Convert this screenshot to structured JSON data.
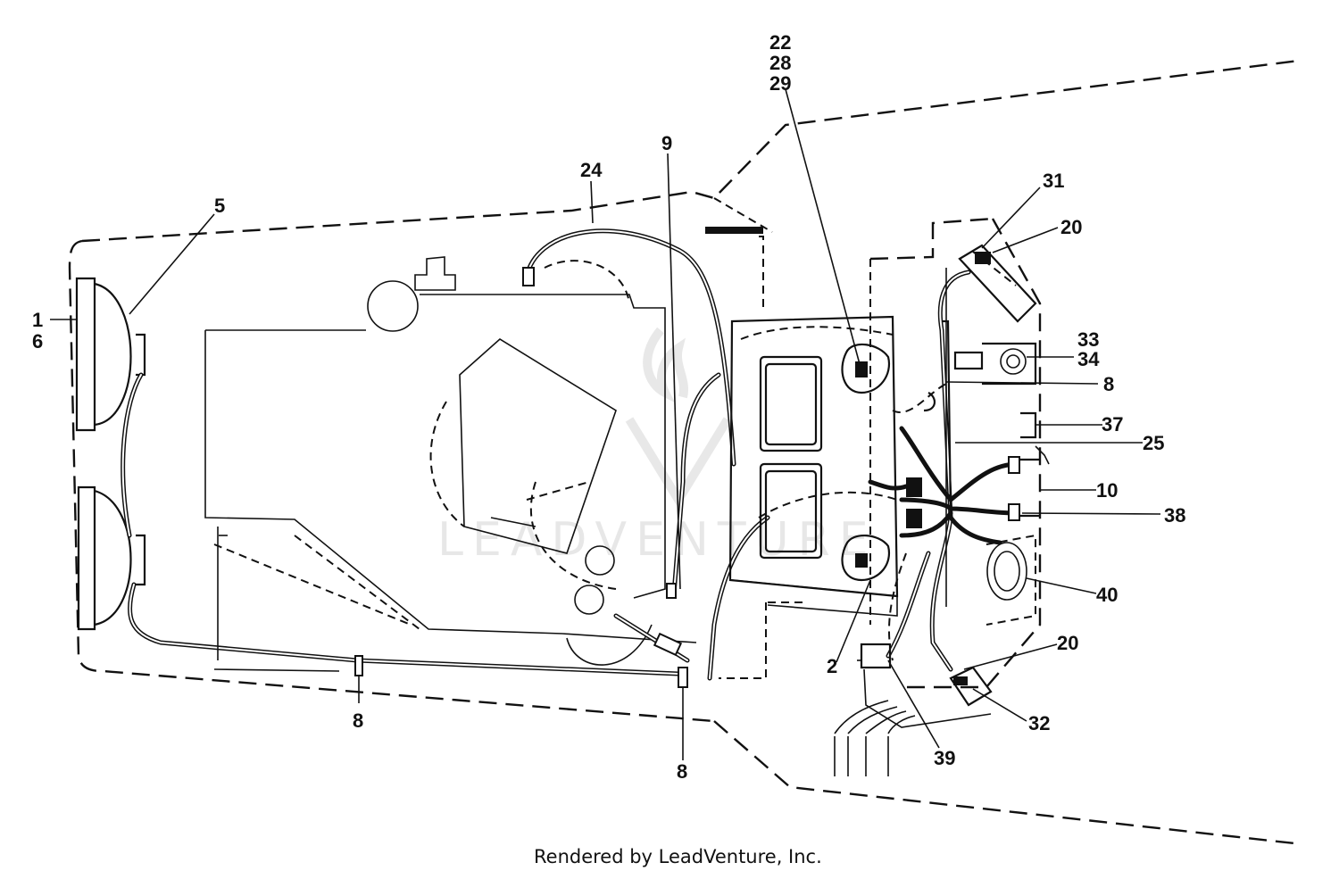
{
  "callouts": [
    {
      "id": "c1",
      "text": "1"
    },
    {
      "id": "c6",
      "text": "6"
    },
    {
      "id": "c5",
      "text": "5"
    },
    {
      "id": "c24",
      "text": "24"
    },
    {
      "id": "c9",
      "text": "9"
    },
    {
      "id": "c22",
      "text": "22"
    },
    {
      "id": "c28",
      "text": "28"
    },
    {
      "id": "c29",
      "text": "29"
    },
    {
      "id": "c31",
      "text": "31"
    },
    {
      "id": "c20a",
      "text": "20"
    },
    {
      "id": "c33",
      "text": "33"
    },
    {
      "id": "c34",
      "text": "34"
    },
    {
      "id": "c8a",
      "text": "8"
    },
    {
      "id": "c37",
      "text": "37"
    },
    {
      "id": "c25",
      "text": "25"
    },
    {
      "id": "c10",
      "text": "10"
    },
    {
      "id": "c38",
      "text": "38"
    },
    {
      "id": "c40",
      "text": "40"
    },
    {
      "id": "c20b",
      "text": "20"
    },
    {
      "id": "c32",
      "text": "32"
    },
    {
      "id": "c2",
      "text": "2"
    },
    {
      "id": "c39",
      "text": "39"
    },
    {
      "id": "c8b",
      "text": "8"
    },
    {
      "id": "c8c",
      "text": "8"
    }
  ],
  "footer": {
    "text": "Rendered by LeadVenture, Inc."
  },
  "colors": {
    "ink": "#111111",
    "background": "#ffffff",
    "watermark": "#cccccc"
  }
}
